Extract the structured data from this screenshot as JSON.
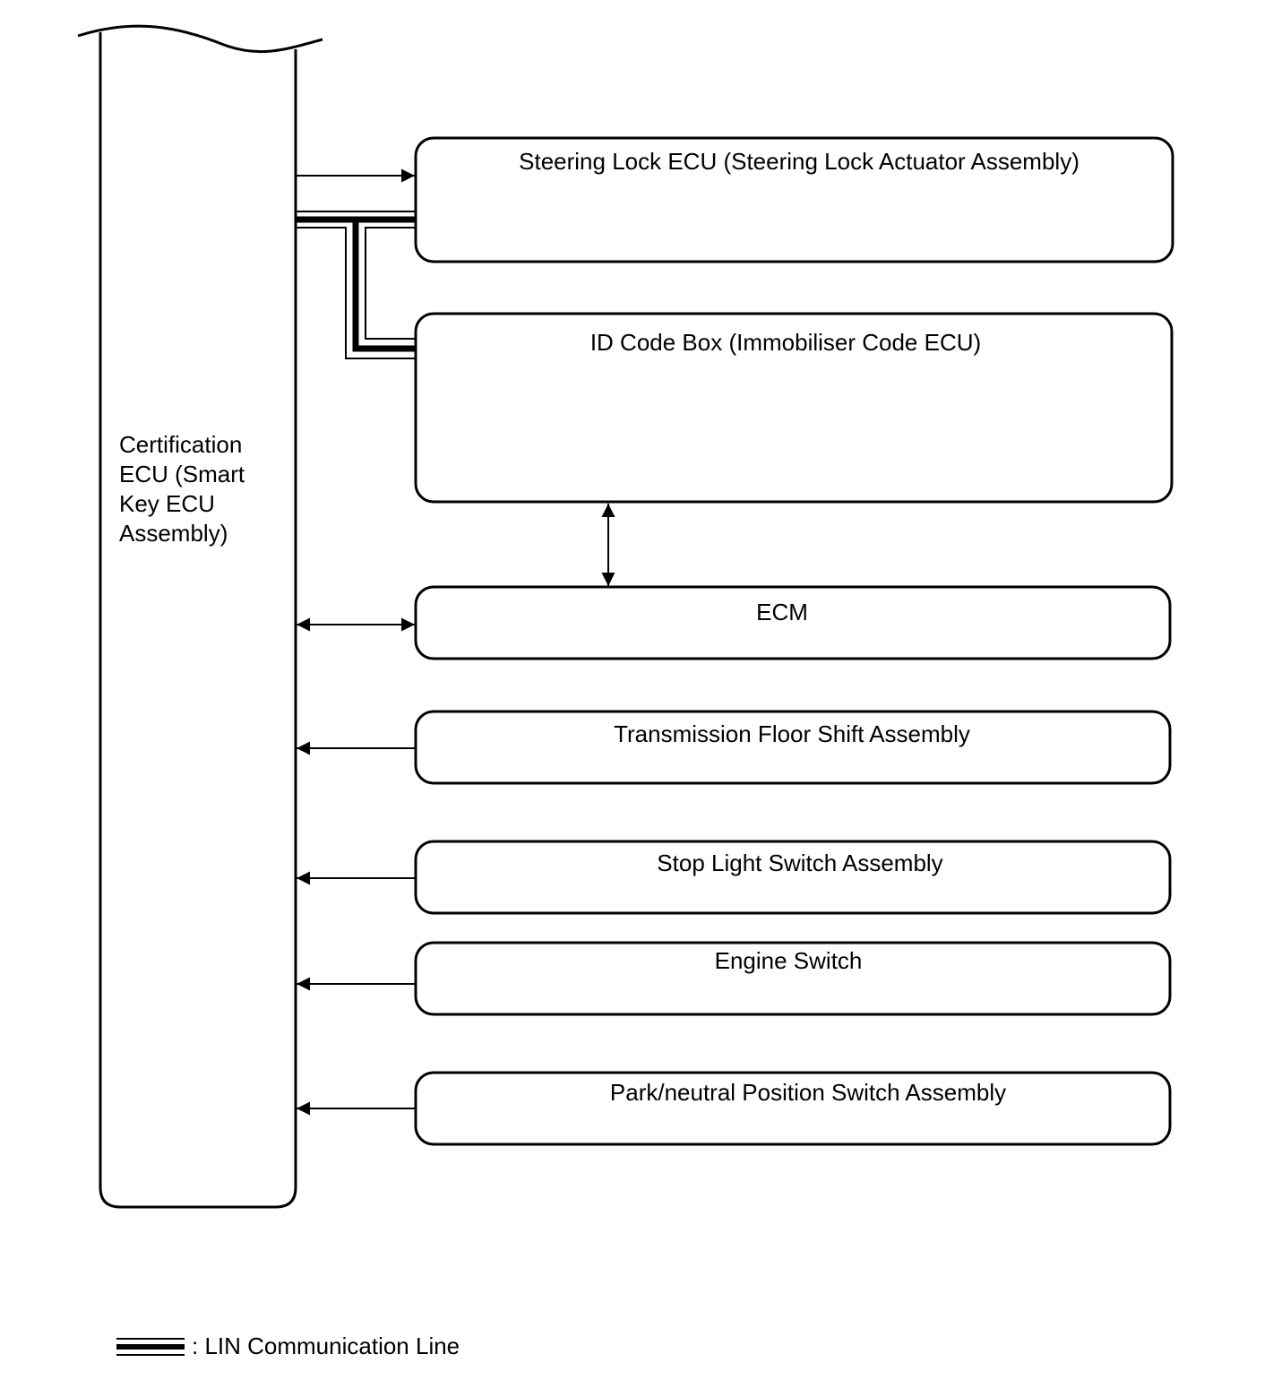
{
  "diagram": {
    "left_unit": {
      "lines": [
        "Certification",
        "ECU (Smart",
        "Key ECU",
        "Assembly)"
      ]
    },
    "blocks": [
      {
        "id": "steering-lock-ecu",
        "label": "Steering Lock ECU (Steering Lock Actuator Assembly)"
      },
      {
        "id": "id-code-box",
        "label": "ID Code Box (Immobiliser Code ECU)"
      },
      {
        "id": "ecm",
        "label": "ECM"
      },
      {
        "id": "transmission-floor-shift",
        "label": "Transmission Floor Shift Assembly"
      },
      {
        "id": "stop-light-switch",
        "label": "Stop Light Switch Assembly"
      },
      {
        "id": "engine-switch",
        "label": "Engine Switch"
      },
      {
        "id": "park-neutral-switch",
        "label": "Park/neutral Position Switch Assembly"
      }
    ],
    "legend": {
      "label": ": LIN Communication Line"
    }
  }
}
